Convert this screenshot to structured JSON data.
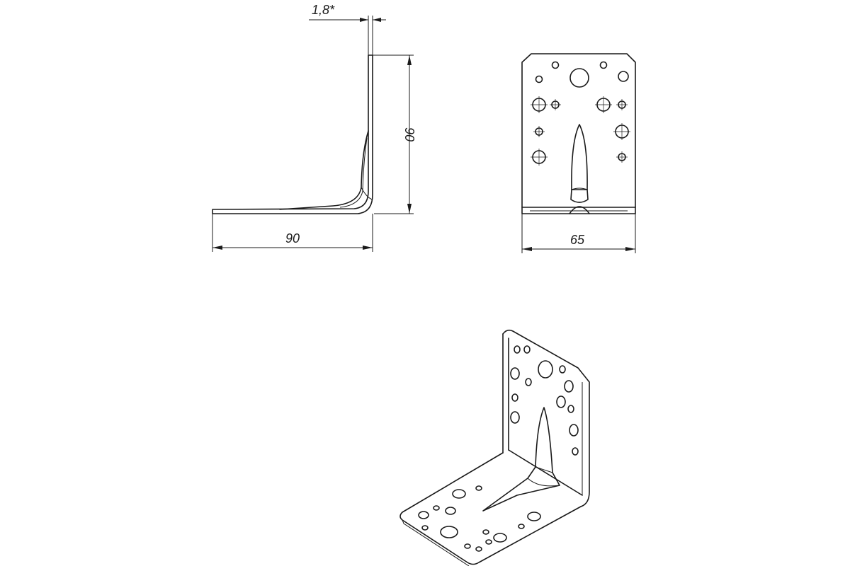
{
  "dimensions": {
    "thickness_label": "1,8*",
    "side_height_label": "90",
    "side_width_label": "90",
    "front_width_label": "65"
  }
}
